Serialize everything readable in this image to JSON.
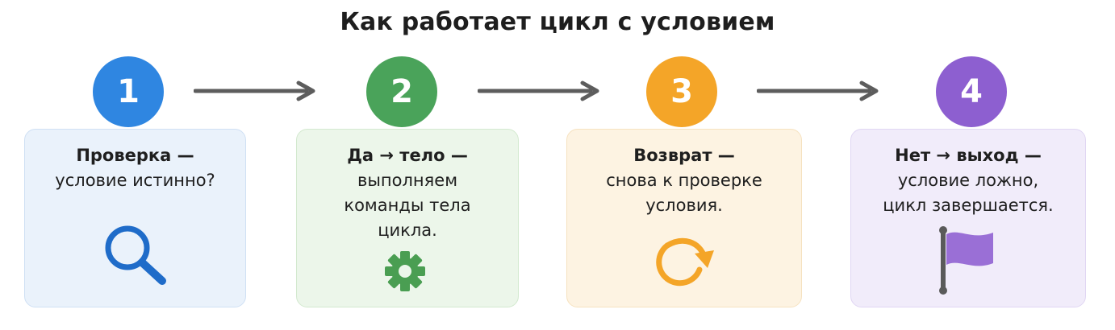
{
  "title": "Как работает цикл с условием",
  "steps": [
    {
      "number": "1",
      "heading": "Проверка —",
      "body": [
        "условие истинно?"
      ],
      "icon": "magnifier-icon",
      "color": "#2f86e1",
      "card_bg": "#eaf2fb",
      "card_border": "#cfe0f4"
    },
    {
      "number": "2",
      "heading": "Да → тело —",
      "body": [
        "выполняем",
        "команды тела",
        "цикла."
      ],
      "icon": "gear-icon",
      "color": "#4aa35a",
      "card_bg": "#ecf6ea",
      "card_border": "#d3e9cf"
    },
    {
      "number": "3",
      "heading": "Возврат —",
      "body": [
        "снова к проверке",
        "условия."
      ],
      "icon": "loop-arrow-icon",
      "color": "#f4a528",
      "card_bg": "#fdf3e2",
      "card_border": "#f6e2c0"
    },
    {
      "number": "4",
      "heading": "Нет → выход —",
      "body": [
        "условие ложно,",
        "цикл завершается."
      ],
      "icon": "flag-icon",
      "color": "#8d5fd0",
      "card_bg": "#f1ecfa",
      "card_border": "#e0d6f3"
    }
  ],
  "arrow_color": "#5d5d5d"
}
